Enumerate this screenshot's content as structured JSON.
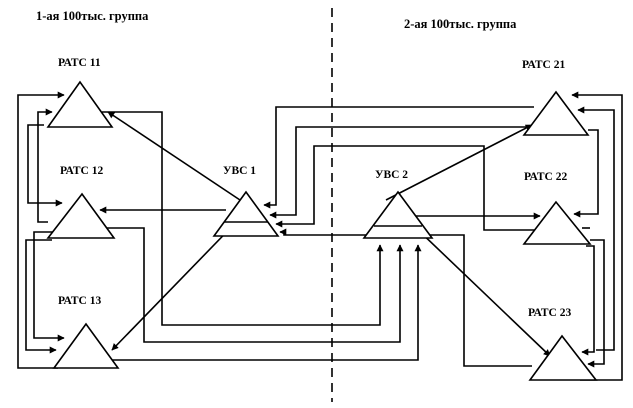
{
  "groups": {
    "left": "1-ая 100тыс. группа",
    "right": "2-ая 100тыс. группа"
  },
  "nodes": {
    "ratc11": "РАТС 11",
    "ratc12": "РАТС 12",
    "ratc13": "РАТС 13",
    "uvs1": "УВС 1",
    "uvs2": "УВС 2",
    "ratc21": "РАТС 21",
    "ratc22": "РАТС 22",
    "ratc23": "РАТС 23"
  },
  "colors": {
    "line": "#000000",
    "background": "#ffffff"
  }
}
